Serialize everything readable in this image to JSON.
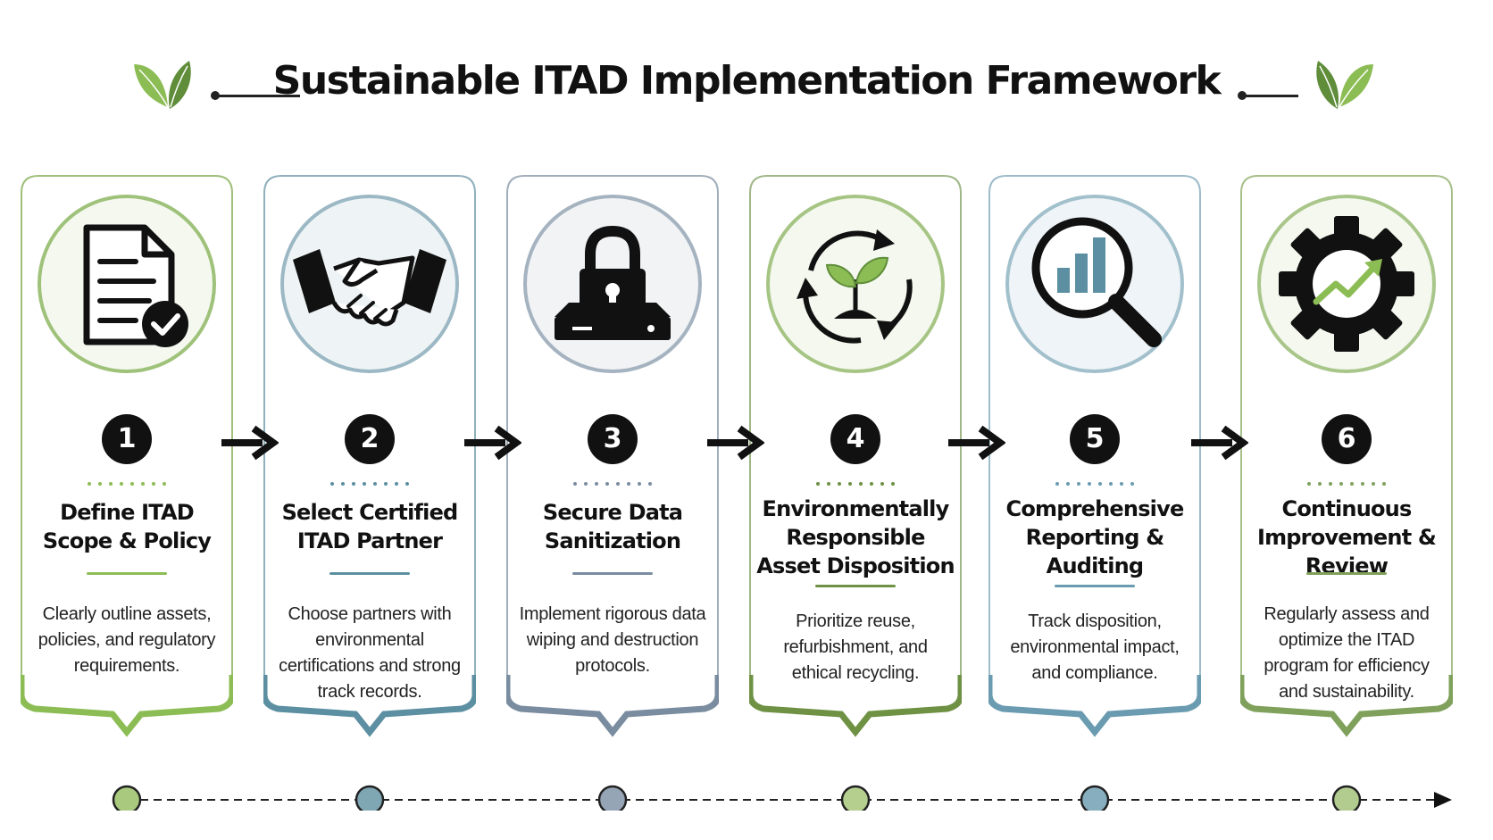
{
  "title": "Sustainable ITAD Implementation Framework",
  "steps": [
    {
      "number": "1",
      "title": "Define ITAD Scope & Policy",
      "description": "Clearly outline assets, policies, and regulatory requirements.",
      "icon": "document-check-icon",
      "color": "#8cbd55"
    },
    {
      "number": "2",
      "title": "Select Certified ITAD Partner",
      "description": "Choose partners with environmental certifications and strong track records.",
      "icon": "handshake-icon",
      "color": "#5b8fa1"
    },
    {
      "number": "3",
      "title": "Secure Data Sanitization",
      "description": "Implement rigorous data wiping and destruction protocols.",
      "icon": "padlock-drive-icon",
      "color": "#7a8c9f"
    },
    {
      "number": "4",
      "title": "Environmentally Responsible Asset Disposition",
      "description": "Prioritize reuse, refurbishment, and ethical recycling.",
      "icon": "recycle-sprout-icon",
      "color": "#6e9144"
    },
    {
      "number": "5",
      "title": "Comprehensive Reporting & Auditing",
      "description": "Track disposition, environmental impact, and compliance.",
      "icon": "magnifier-chart-icon",
      "color": "#6a9bb0"
    },
    {
      "number": "6",
      "title": "Continuous Improvement & Review",
      "description": "Regularly assess and optimize the ITAD program for efficiency and sustainability.",
      "icon": "gear-growth-icon",
      "color": "#7fa15b"
    }
  ],
  "colors": {
    "accent_green": "#8cbd55",
    "accent_blue": "#5b8fa1",
    "dark": "#111111"
  }
}
